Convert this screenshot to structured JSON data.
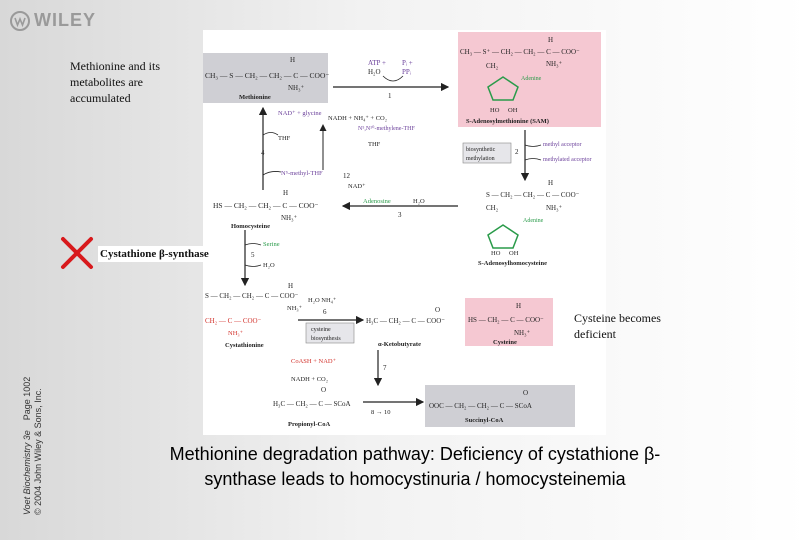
{
  "header": {
    "logo_text": "WILEY"
  },
  "credit": {
    "line1_title": "Voet Biochemistry 3e",
    "line1_page": "Page 1002",
    "line2": "© 2004 John Wiley & Sons, Inc."
  },
  "annotations": {
    "accumulated_line1": "Methionine and its",
    "accumulated_line2": "metabolites are",
    "accumulated_line3": "accumulated",
    "deficient_line1": "Cysteine becomes",
    "deficient_line2": "deficient",
    "enzyme_label": "Cystathione β-synthase"
  },
  "pathway": {
    "methionine": {
      "formula": "CH₃ — S — CH₂ — CH₂ — C — COO⁻",
      "h": "H",
      "nh": "NH₃⁺",
      "name": "Methionine"
    },
    "step1": {
      "atp": "ATP +",
      "h2o": "H₂O",
      "pi": "Pᵢ +",
      "ppi": "PPᵢ",
      "num": "1"
    },
    "sam": {
      "formula": "CH₃ — S⁺ — CH₂ — CH₂ — C — COO⁻",
      "h": "H",
      "nh": "NH₃⁺",
      "ch2": "CH₂",
      "adenine": "Adenine",
      "ho": "HO",
      "oh": "OH",
      "name": "S-Adenosylmethionine (SAM)"
    },
    "step2": {
      "box_line1": "biosynthetic",
      "box_line2": "methylation",
      "acceptor": "methyl acceptor",
      "labeled": "methylated acceptor",
      "num": "2"
    },
    "remethyl": {
      "nadh_left": "NAD⁺ + glycine",
      "nadh_mid": "NADH + NH₄⁺ + CO₂",
      "thf": "THF",
      "methylene": "N⁵,N¹⁰-methylene-THF",
      "thf2": "THF",
      "methyl_thf": "N⁵-methyl-THF",
      "nad": "NAD⁺",
      "num4": "4",
      "num12": "12"
    },
    "homocysteine": {
      "formula": "HS — CH₂ — CH₂ — C — COO⁻",
      "h": "H",
      "nh": "NH₃⁺",
      "name": "Homocysteine"
    },
    "step3": {
      "adenosine": "Adenosine",
      "h2o": "H₂O",
      "num": "3"
    },
    "sah": {
      "formula": "S — CH₂ — CH₂ — C — COO⁻",
      "h": "H",
      "nh": "NH₃⁺",
      "ch2": "CH₂",
      "adenine": "Adenine",
      "ho": "HO",
      "oh": "OH",
      "name": "S-Adenosylhomocysteine"
    },
    "step5": {
      "serine": "Serine",
      "h2o": "H₂O",
      "num": "5"
    },
    "cystathionine": {
      "top": "S — CH₂ — CH₂ — C — COO⁻",
      "mid": "CH₂ — C — COO⁻",
      "nh_top": "NH₃⁺",
      "nh_bot": "NH₃⁺",
      "h": "H",
      "name": "Cystathionine"
    },
    "step6": {
      "reagents": "H₂O  NH₄⁺",
      "num": "6",
      "box_line1": "cysteine",
      "box_line2": "biosynthesis"
    },
    "ketobutyrate": {
      "formula": "H₃C — CH₂ — C — COO⁻",
      "o": "O",
      "name": "α-Ketobutyrate"
    },
    "cysteine": {
      "formula": "HS — CH₂ — C — COO⁻",
      "h": "H",
      "nh": "NH₃⁺",
      "name": "Cysteine"
    },
    "step7": {
      "coa": "CoASH + NAD⁺",
      "nadh": "NADH + CO₂",
      "num": "7"
    },
    "propionyl": {
      "formula": "H₃C — CH₂ — C — SCoA",
      "o": "O",
      "name": "Propionyl-CoA"
    },
    "steps8_10": "8 → 10",
    "succinyl": {
      "formula": "OOC — CH₂ — CH₂ — C — SCoA",
      "o": "O",
      "name": "Succinyl-CoA"
    }
  },
  "caption": {
    "line1": "Methionine degradation pathway: Deficiency of cystathione β-",
    "line2": "synthase leads to homocystinuria / homocysteinemia"
  },
  "colors": {
    "highlight_gray": "#cfcfd4",
    "highlight_pink": "#f5c8d2",
    "red_text": "#d2302a",
    "green_text": "#2a9b4a",
    "purple_text": "#6a3f9a",
    "block_red": "#d8191c"
  }
}
